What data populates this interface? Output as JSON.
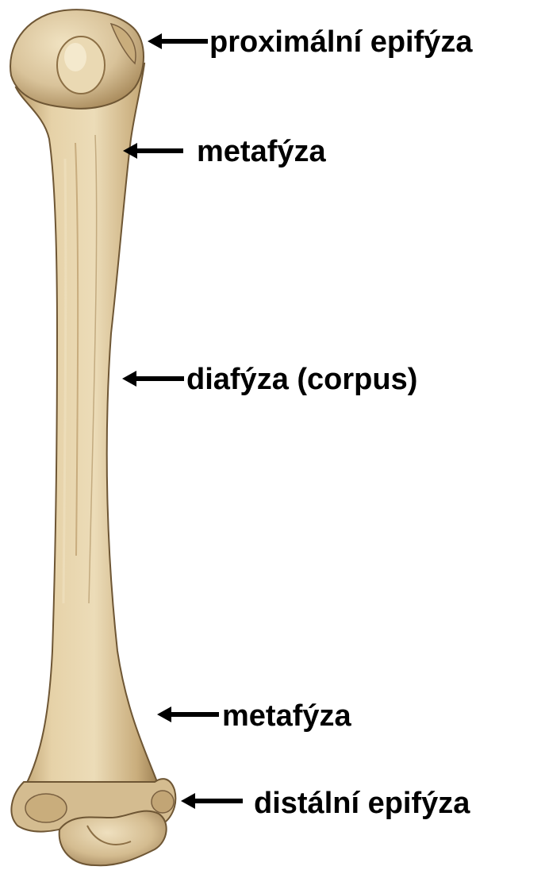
{
  "diagram": {
    "labels": [
      {
        "text": "proximální epifýza"
      },
      {
        "text": "metafýza"
      },
      {
        "text": "diafýza (corpus)"
      },
      {
        "text": "metafýza"
      },
      {
        "text": "distální epifýza"
      }
    ],
    "colors": {
      "bone_fill": "#d9c39a",
      "bone_light": "#ecdcb8",
      "bone_shadow": "#a98b5c",
      "bone_outline": "#6e5634",
      "text": "#000000",
      "arrow": "#000000",
      "background": "#ffffff"
    }
  }
}
